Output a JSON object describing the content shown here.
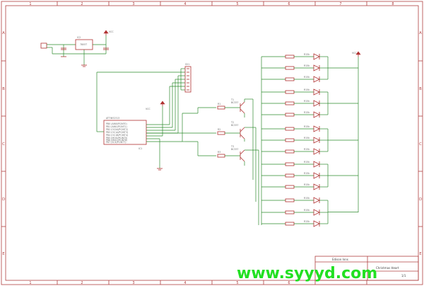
{
  "sheet": {
    "column_labels": [
      "1",
      "2",
      "3",
      "4",
      "5",
      "6",
      "7",
      "8"
    ],
    "row_labels": [
      "A",
      "B",
      "C",
      "D",
      "E"
    ],
    "title_block": {
      "company": "Edison Inns",
      "title": "Christmas Heart",
      "sheet_no": "1/1"
    },
    "watermark": "www.syyyd.com"
  },
  "colors": {
    "frame": "#b04040",
    "wire": "#2e8b2e",
    "part": "#b03030",
    "watermark": "#22e022"
  },
  "parts": {
    "regulator": {
      "ref": "IC2",
      "value": "7805T"
    },
    "mcu": {
      "ref": "IC1",
      "value": "ATTINY2313",
      "pins": [
        "PB0 (AIN0/PCINT0)",
        "PB1 (AIN1/PCINT1)",
        "PB2 (OC0A/PCINT2)",
        "PB3 (OC1A/PCINT3)",
        "PB4 (OC1B/PCINT4)",
        "PB5 (MOSI/PCINT5)",
        "PB6 (MISO/PCINT6)",
        "PB7 (SCK/PCINT7)"
      ]
    },
    "transistors": [
      {
        "ref": "T1",
        "value": "BC337"
      },
      {
        "ref": "T2",
        "value": "BC337"
      },
      {
        "ref": "T3",
        "value": "BC337"
      }
    ],
    "base_resistors": [
      "R1",
      "R2",
      "R3"
    ],
    "led_resistor_value": "R15k",
    "connector": "SV1",
    "supply_symbol": "VCC",
    "ground_symbol": "GND"
  }
}
